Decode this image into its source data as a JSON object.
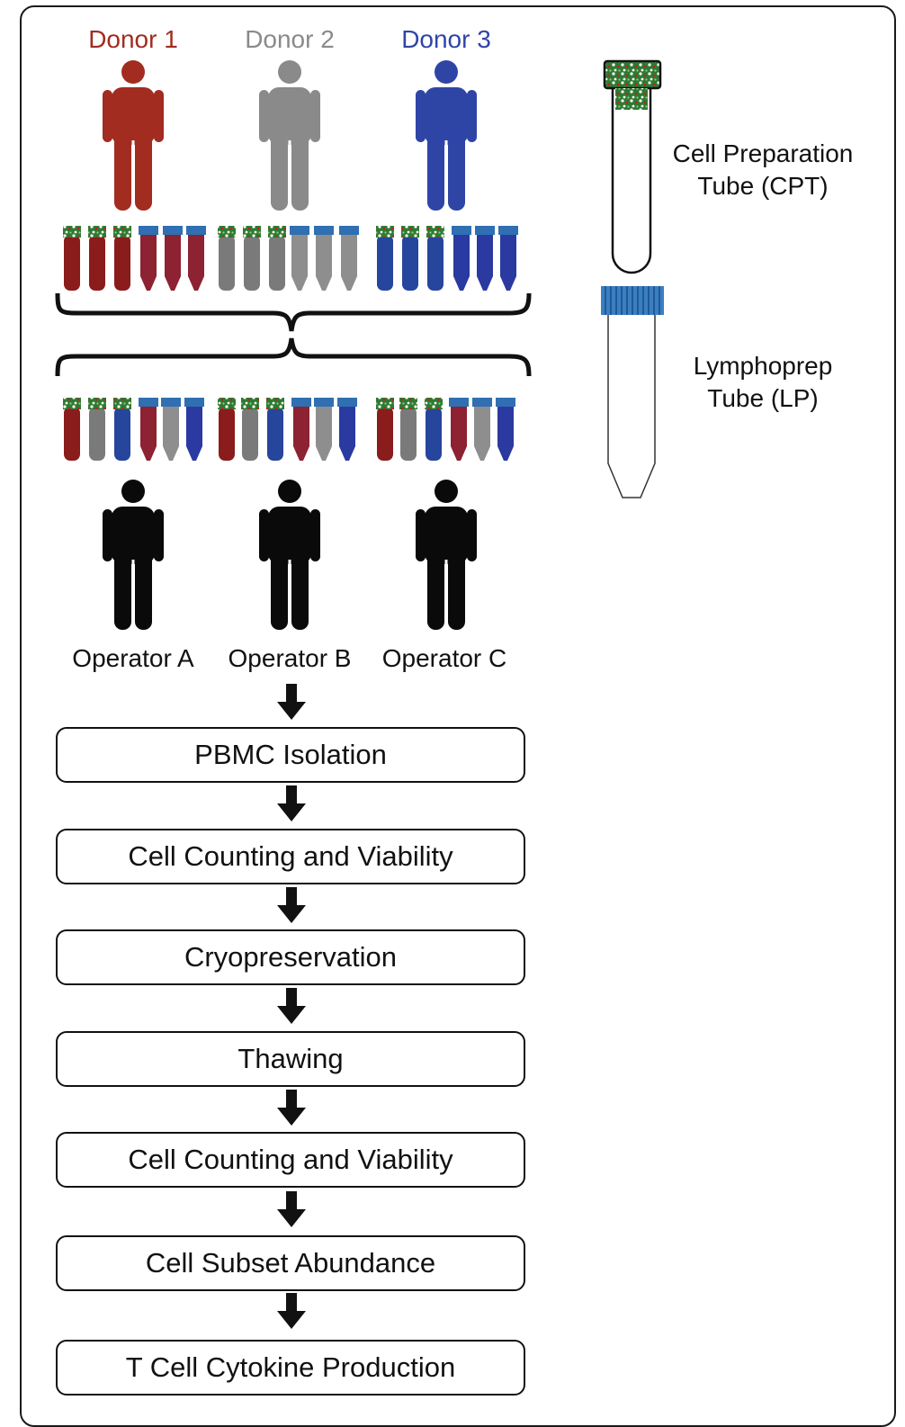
{
  "donors": [
    {
      "label": "Donor 1",
      "color": "#a22c1f"
    },
    {
      "label": "Donor 2",
      "color": "#8a8a8a"
    },
    {
      "label": "Donor 3",
      "color": "#2f45a6"
    }
  ],
  "operators": [
    {
      "label": "Operator A"
    },
    {
      "label": "Operator B"
    },
    {
      "label": "Operator C"
    }
  ],
  "legend": {
    "cpt_label": "Cell Preparation\nTube (CPT)",
    "lp_label": "Lymphoprep\nTube (LP)",
    "cpt_cap": "green-speckled-cap",
    "lp_cap": "blue-ridged-cap"
  },
  "tube_colors": {
    "donor1_dark": "#8a1c1c",
    "donor1_lp": "#8c2232",
    "donor2_dark": "#7a7a7a",
    "donor2_lp": "#8e8e8e",
    "donor3_dark": "#26459c",
    "donor3_lp": "#2a3aa0",
    "cpt_cap": "#3b8a3b",
    "lp_cap": "#3a7ec0"
  },
  "workflow_steps": [
    "PBMC Isolation",
    "Cell Counting and Viability",
    "Cryopreservation",
    "Thawing",
    "Cell Counting and Viability",
    "Cell Subset Abundance",
    "T Cell Cytokine Production"
  ]
}
